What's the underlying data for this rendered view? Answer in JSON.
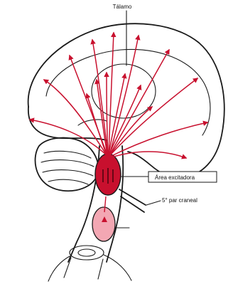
{
  "labels": {
    "thalamus": "Tálamo",
    "excitatory_area": "Área excitadora",
    "cranial_nerve": "5° par craneal"
  },
  "colors": {
    "fibers": "#c8102e",
    "excitatory_area_fill": "#c8102e",
    "lower_nucleus_fill": "#f3a7b3",
    "outline": "#1a1a1a"
  }
}
